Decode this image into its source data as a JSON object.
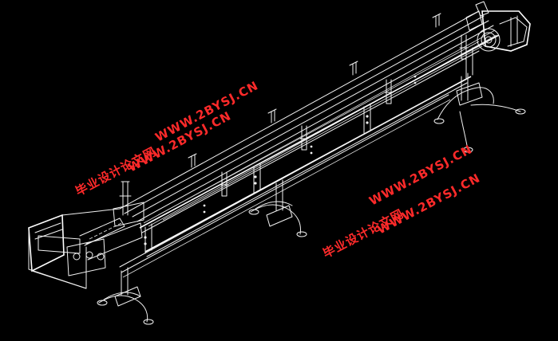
{
  "watermarks": [
    {
      "cn": "毕业设计论文网",
      "url": "WWW.2BYSJ.CN"
    },
    {
      "cn": "毕业设计论文网",
      "url": "WWW.2BYSJ.CN"
    },
    {
      "cn": "",
      "url": "WWW.2BYSJ.CN"
    },
    {
      "cn": "",
      "url": "WWW.2BYSJ.CN"
    }
  ],
  "colors": {
    "background": "#000000",
    "linework": "#f2f2f2",
    "watermark": "#ff2a2a"
  }
}
